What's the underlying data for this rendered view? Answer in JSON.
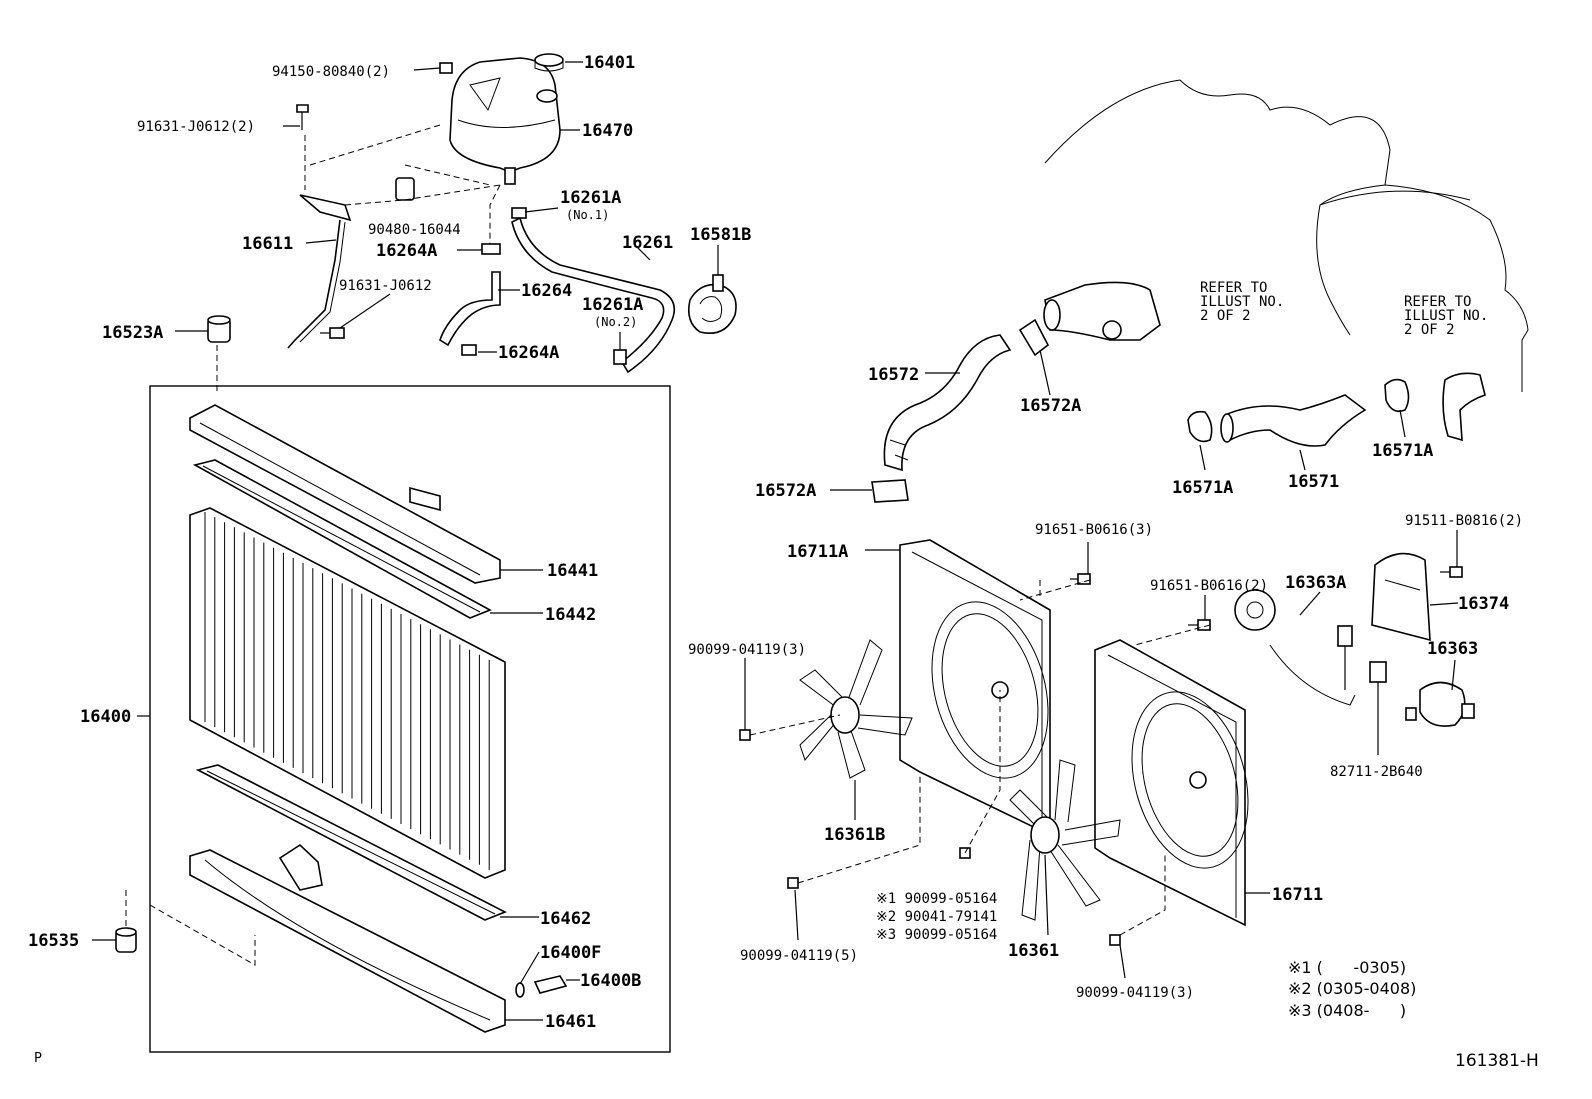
{
  "labels": {
    "p94150": "94150-80840(2)",
    "p16401": "16401",
    "p91631a": "91631-J0612(2)",
    "p16470": "16470",
    "p16261A_1": "16261A",
    "no1": "(No.1)",
    "p90480": "90480-16044",
    "p16611": "16611",
    "p16264A_top": "16264A",
    "p16261": "16261",
    "p16581B": "16581B",
    "p91631b": "91631-J0612",
    "p16264": "16264",
    "p16261A_2": "16261A",
    "no2": "(No.2)",
    "p16523A": "16523A",
    "p16264A_bot": "16264A",
    "p16441": "16441",
    "p16442": "16442",
    "p16400": "16400",
    "p16462": "16462",
    "p16400F": "16400F",
    "p16535": "16535",
    "p16400B": "16400B",
    "p16461": "16461",
    "refer1": [
      "REFER TO",
      "ILLUST NO.",
      "2 OF 2"
    ],
    "refer2": [
      "REFER TO",
      "ILLUST NO.",
      "2 OF 2"
    ],
    "p16572": "16572",
    "p16572A_1": "16572A",
    "p16572A_2": "16572A",
    "p16571A_1": "16571A",
    "p16571": "16571",
    "p16571A_2": "16571A",
    "p16711A": "16711A",
    "p91651a": "91651-B0616(3)",
    "p91511": "91511-B0816(2)",
    "p91651b": "91651-B0616(2)",
    "p16363A": "16363A",
    "p16374": "16374",
    "p90099a": "90099-04119(3)",
    "p16363": "16363",
    "p82711": "82711-2B640",
    "p16361B": "16361B",
    "v1": "※1 90099-05164",
    "v2": "※2 90041-79141",
    "v3": "※3 90099-05164",
    "p16361": "16361",
    "p16711": "16711",
    "p90099b": "90099-04119(5)",
    "p90099c": "90099-04119(3)",
    "notes": [
      "※1 (      -0305)",
      "※2 (0305-0408)",
      "※3 (0408-      )"
    ],
    "corner_p": "P",
    "ref_id": "161381-H"
  }
}
